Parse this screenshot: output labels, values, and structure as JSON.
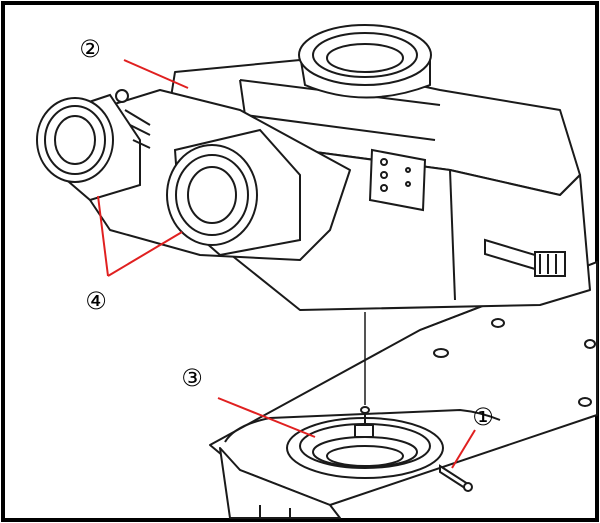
{
  "callouts": {
    "one": "①",
    "two": "②",
    "three": "③",
    "four": "④"
  },
  "colors": {
    "leader_line": "#e02020",
    "outline": "#1a1a1a"
  }
}
